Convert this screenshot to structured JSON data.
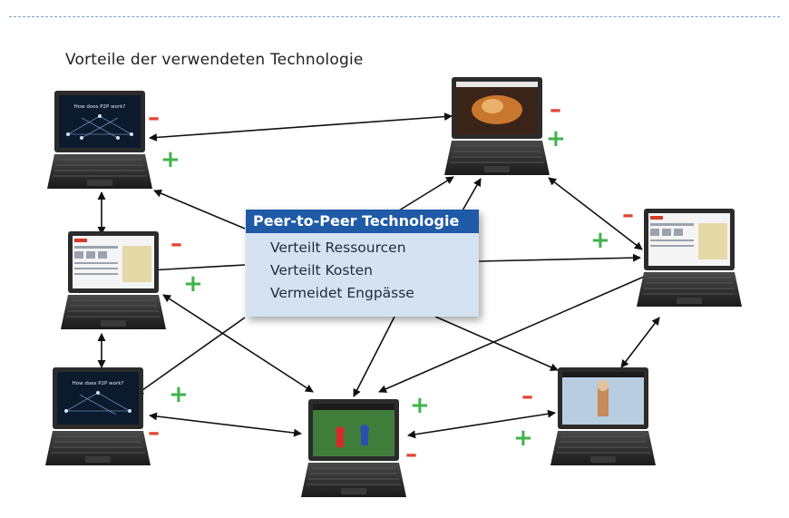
{
  "title": "Vorteile der verwendeten Technologie",
  "center_box": {
    "heading": "Peer-to-Peer Technologie",
    "items": [
      "Verteilt Ressourcen",
      "Verteilt Kosten",
      "Vermeidet Engpässe"
    ]
  },
  "screen_texts": {
    "how": "How does P2P work?"
  },
  "signs": {
    "minus": "–",
    "plus": "+"
  },
  "colors": {
    "header_blue": "#1f5aa6",
    "box_bg": "#d4e2f2",
    "minus_red": "#e2442f",
    "plus_green": "#3fb34a"
  }
}
